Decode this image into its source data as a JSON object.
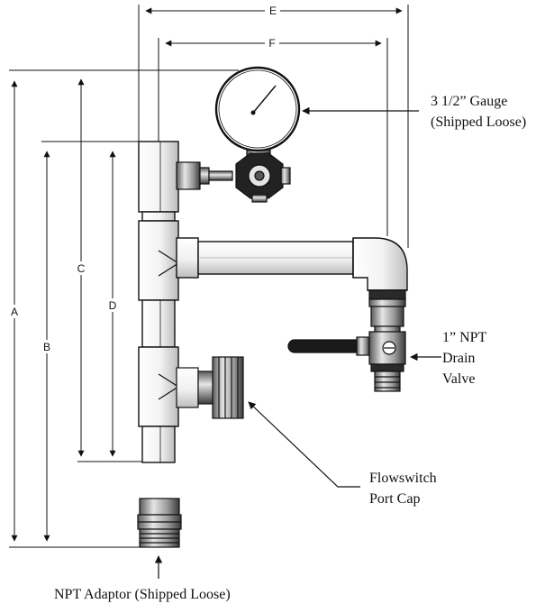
{
  "dimensions": {
    "a": "A",
    "b": "B",
    "c": "C",
    "d": "D",
    "e": "E",
    "f": "F"
  },
  "callouts": {
    "gauge_line1": "3 1/2” Gauge",
    "gauge_line2": "(Shipped Loose)",
    "drain_line1": "1” NPT",
    "drain_line2": "Drain",
    "drain_line3": "Valve",
    "flowswitch_line1": "Flowswitch",
    "flowswitch_line2": "Port Cap",
    "adaptor": "NPT Adaptor (Shipped Loose)"
  }
}
